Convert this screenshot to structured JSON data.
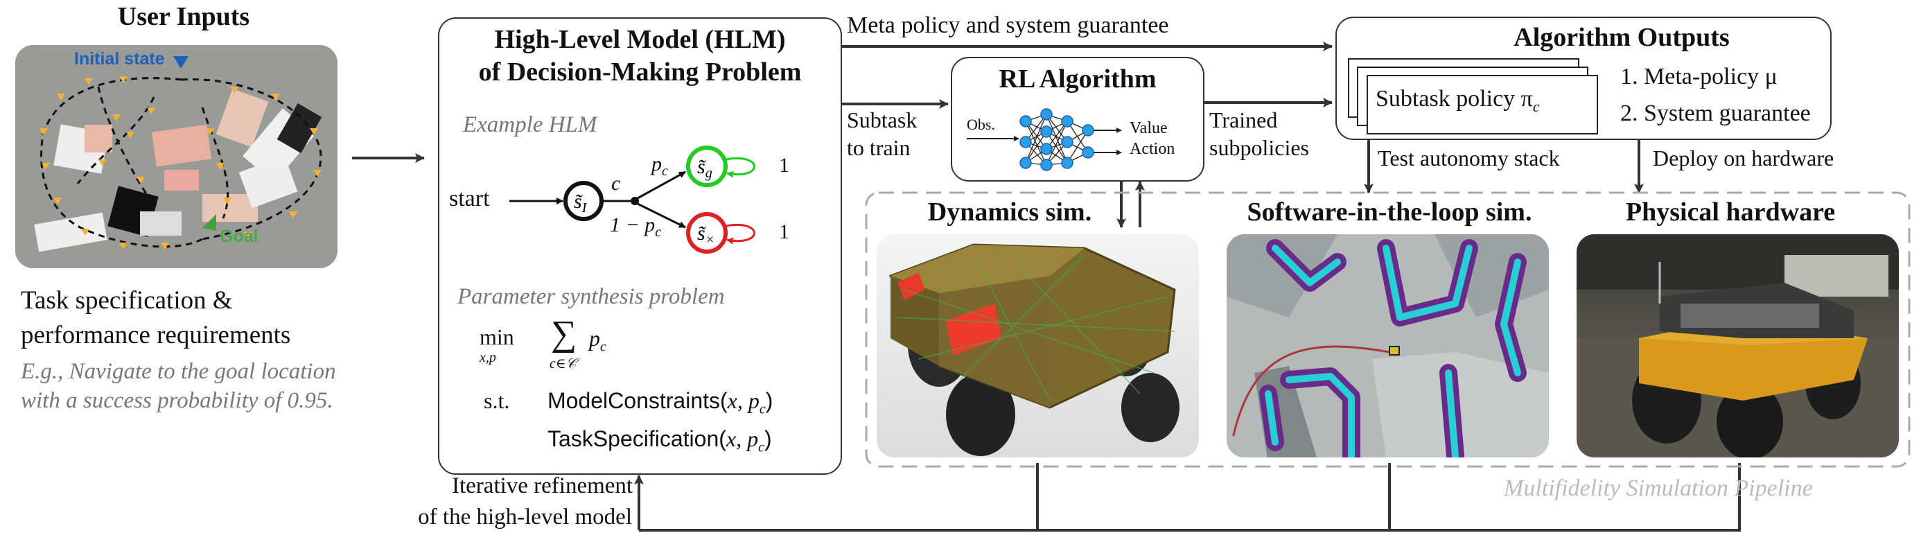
{
  "user_inputs": {
    "title": "User Inputs",
    "map_initial_label": "Initial state",
    "map_goal_label": "Goal",
    "task_line1": "Task specification &",
    "task_line2": "performance requirements",
    "example_line1": "E.g., Navigate to the goal location",
    "example_line2": "with a success probability of 0.95."
  },
  "hlm": {
    "title_line1": "High-Level Model (HLM)",
    "title_line2": "of Decision-Making Problem",
    "example_label": "Example HLM",
    "graph": {
      "start": "start",
      "edge_c": "c",
      "edge_p": "p",
      "edge_p_sub": "c",
      "edge_one_minus": "1 − p",
      "self_loop": "1",
      "colors": {
        "initial": "#111111",
        "goal": "#22cc22",
        "fail": "#dd2222"
      }
    },
    "param_label": "Parameter synthesis problem",
    "opt_min": "min",
    "opt_min_sub": "x,p",
    "opt_sum_sub": "c∈𝒞",
    "opt_st": "s.t.",
    "constraint1": "ModelConstraints(",
    "constraint2": "TaskSpecification("
  },
  "arrows": {
    "meta_policy": "Meta policy and system guarantee",
    "subtask_line1": "Subtask",
    "subtask_line2": "to train",
    "trained_line1": "Trained",
    "trained_line2": "subpolicies",
    "test_autonomy": "Test autonomy stack",
    "deploy_hardware": "Deploy on hardware",
    "refine_line1": "Iterative refinement",
    "refine_line2": "of the high-level model"
  },
  "rl": {
    "title": "RL Algorithm",
    "obs": "Obs.",
    "value": "Value",
    "action": "Action"
  },
  "outputs": {
    "title": "Algorithm Outputs",
    "subtask_policy": "Subtask policy π",
    "item1": "1. Meta-policy μ",
    "item2": "2. System guarantee"
  },
  "pipeline": {
    "dynamics": "Dynamics sim.",
    "sitl": "Software-in-the-loop sim.",
    "hardware": "Physical hardware",
    "label": "Multifidelity Simulation Pipeline"
  }
}
